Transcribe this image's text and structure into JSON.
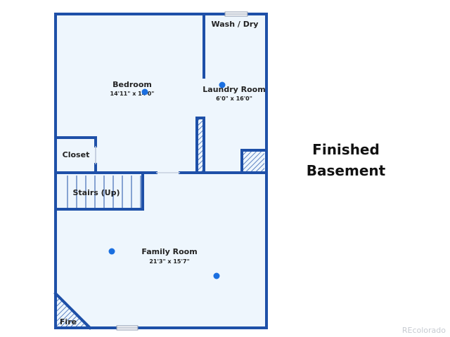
{
  "colors": {
    "wall": "#1e50a8",
    "floor": "#eef6fd",
    "marker": "#1a6fe0",
    "hatch": "#1e50a8",
    "text": "#222222"
  },
  "rooms": [
    {
      "name": "Wash / Dry",
      "dimensions": ""
    },
    {
      "name": "Bedroom",
      "dimensions": "14'11\" x 14'0\""
    },
    {
      "name": "Laundry Room",
      "dimensions": "6'0\" x 16'0\""
    },
    {
      "name": "Closet",
      "dimensions": ""
    },
    {
      "name": "Stairs (Up)",
      "dimensions": ""
    },
    {
      "name": "Family Room",
      "dimensions": "21'3\" x 15'7\""
    },
    {
      "name": "Fire",
      "dimensions": ""
    }
  ],
  "caption": {
    "line1": "Finished",
    "line2": "Basement"
  },
  "watermark": "REcolorado"
}
